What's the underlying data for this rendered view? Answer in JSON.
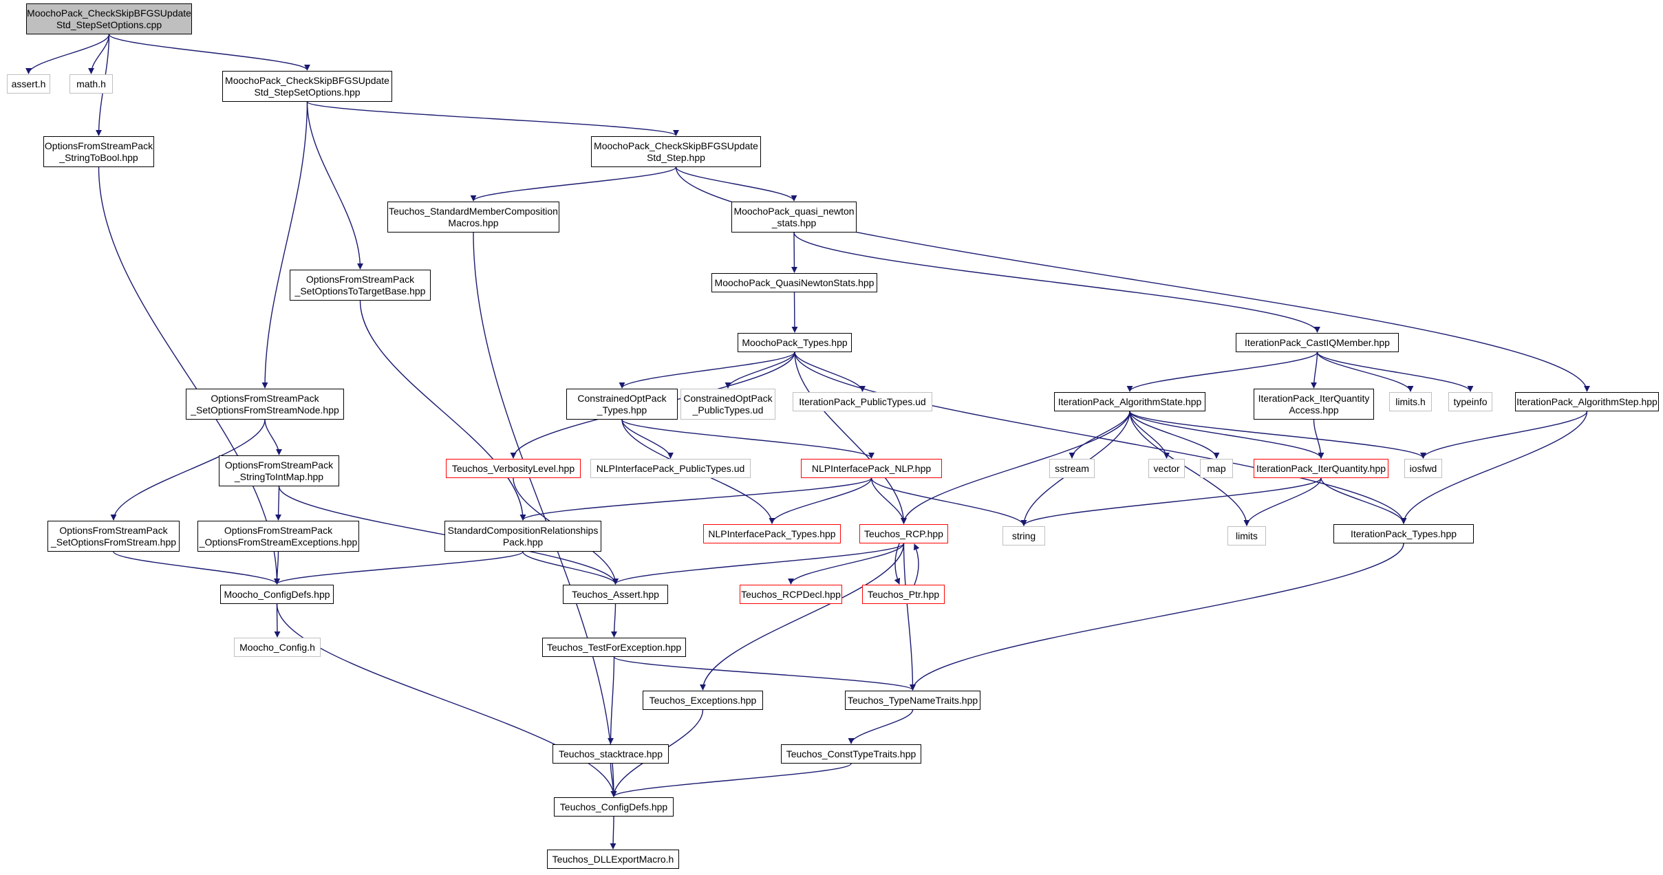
{
  "colors": {
    "edge": "#191970",
    "node_border": "#000000",
    "external_border": "#bfbfbf",
    "incomplete_border": "#ff0000",
    "root_fill": "#bfbfbf"
  },
  "nodes": [
    {
      "id": "root",
      "label": "MoochoPack_CheckSkipBFGSUpdate\nStd_StepSetOptions.cpp",
      "style": "root"
    },
    {
      "id": "asserth",
      "label": "assert.h",
      "style": "gray"
    },
    {
      "id": "mathh",
      "label": "math.h",
      "style": "gray"
    },
    {
      "id": "opthpp",
      "label": "MoochoPack_CheckSkipBFGSUpdate\nStd_StepSetOptions.hpp",
      "style": "normal"
    },
    {
      "id": "strtobool",
      "label": "OptionsFromStreamPack\n_StringToBool.hpp",
      "style": "normal"
    },
    {
      "id": "stephpp",
      "label": "MoochoPack_CheckSkipBFGSUpdate\nStd_Step.hpp",
      "style": "normal"
    },
    {
      "id": "stdmem",
      "label": "Teuchos_StandardMemberComposition\nMacros.hpp",
      "style": "normal"
    },
    {
      "id": "qnstats",
      "label": "MoochoPack_quasi_newton\n_stats.hpp",
      "style": "normal"
    },
    {
      "id": "settarget",
      "label": "OptionsFromStreamPack\n_SetOptionsToTargetBase.hpp",
      "style": "normal"
    },
    {
      "id": "qnstats2",
      "label": "MoochoPack_QuasiNewtonStats.hpp",
      "style": "normal"
    },
    {
      "id": "mtypes",
      "label": "MoochoPack_Types.hpp",
      "style": "normal"
    },
    {
      "id": "castiq",
      "label": "IterationPack_CastIQMember.hpp",
      "style": "normal"
    },
    {
      "id": "setnode",
      "label": "OptionsFromStreamPack\n_SetOptionsFromStreamNode.hpp",
      "style": "normal"
    },
    {
      "id": "copttypes",
      "label": "ConstrainedOptPack\n_Types.hpp",
      "style": "normal"
    },
    {
      "id": "coptpub",
      "label": "ConstrainedOptPack\n_PublicTypes.ud",
      "style": "gray"
    },
    {
      "id": "itpub",
      "label": "IterationPack_PublicTypes.ud",
      "style": "gray"
    },
    {
      "id": "algstate",
      "label": "IterationPack_AlgorithmState.hpp",
      "style": "normal"
    },
    {
      "id": "iqaccess",
      "label": "IterationPack_IterQuantity\nAccess.hpp",
      "style": "normal"
    },
    {
      "id": "limitsh",
      "label": "limits.h",
      "style": "gray"
    },
    {
      "id": "typeinfo",
      "label": "typeinfo",
      "style": "gray"
    },
    {
      "id": "algstep",
      "label": "IterationPack_AlgorithmStep.hpp",
      "style": "normal"
    },
    {
      "id": "strtoint",
      "label": "OptionsFromStreamPack\n_StringToIntMap.hpp",
      "style": "normal"
    },
    {
      "id": "verb",
      "label": "Teuchos_VerbosityLevel.hpp",
      "style": "red"
    },
    {
      "id": "nlppub",
      "label": "NLPInterfacePack_PublicTypes.ud",
      "style": "gray"
    },
    {
      "id": "nlp",
      "label": "NLPInterfacePack_NLP.hpp",
      "style": "red"
    },
    {
      "id": "sstream",
      "label": "sstream",
      "style": "gray"
    },
    {
      "id": "vector",
      "label": "vector",
      "style": "gray"
    },
    {
      "id": "map",
      "label": "map",
      "style": "gray"
    },
    {
      "id": "iterq",
      "label": "IterationPack_IterQuantity.hpp",
      "style": "red"
    },
    {
      "id": "iosfwd",
      "label": "iosfwd",
      "style": "gray"
    },
    {
      "id": "setstream",
      "label": "OptionsFromStreamPack\n_SetOptionsFromStream.hpp",
      "style": "normal"
    },
    {
      "id": "ofsexc",
      "label": "OptionsFromStreamPack\n_OptionsFromStreamExceptions.hpp",
      "style": "normal"
    },
    {
      "id": "scrp",
      "label": "StandardCompositionRelationships\nPack.hpp",
      "style": "normal"
    },
    {
      "id": "nlptypes",
      "label": "NLPInterfacePack_Types.hpp",
      "style": "red"
    },
    {
      "id": "rcp",
      "label": "Teuchos_RCP.hpp",
      "style": "red"
    },
    {
      "id": "string",
      "label": "string",
      "style": "gray"
    },
    {
      "id": "limits",
      "label": "limits",
      "style": "gray"
    },
    {
      "id": "ittypes",
      "label": "IterationPack_Types.hpp",
      "style": "normal"
    },
    {
      "id": "mconfdefs",
      "label": "Moocho_ConfigDefs.hpp",
      "style": "normal"
    },
    {
      "id": "tassert",
      "label": "Teuchos_Assert.hpp",
      "style": "normal"
    },
    {
      "id": "rcpdecl",
      "label": "Teuchos_RCPDecl.hpp",
      "style": "red"
    },
    {
      "id": "ptr",
      "label": "Teuchos_Ptr.hpp",
      "style": "red"
    },
    {
      "id": "mconfigh",
      "label": "Moocho_Config.h",
      "style": "gray"
    },
    {
      "id": "testfor",
      "label": "Teuchos_TestForException.hpp",
      "style": "normal"
    },
    {
      "id": "texc",
      "label": "Teuchos_Exceptions.hpp",
      "style": "normal"
    },
    {
      "id": "tname",
      "label": "Teuchos_TypeNameTraits.hpp",
      "style": "normal"
    },
    {
      "id": "stack",
      "label": "Teuchos_stacktrace.hpp",
      "style": "normal"
    },
    {
      "id": "consttt",
      "label": "Teuchos_ConstTypeTraits.hpp",
      "style": "normal"
    },
    {
      "id": "tconf",
      "label": "Teuchos_ConfigDefs.hpp",
      "style": "normal"
    },
    {
      "id": "dll",
      "label": "Teuchos_DLLExportMacro.h",
      "style": "normal"
    }
  ],
  "edges": [
    [
      "root",
      "asserth"
    ],
    [
      "root",
      "mathh"
    ],
    [
      "root",
      "opthpp"
    ],
    [
      "root",
      "strtobool"
    ],
    [
      "opthpp",
      "stephpp"
    ],
    [
      "opthpp",
      "settarget"
    ],
    [
      "opthpp",
      "setnode"
    ],
    [
      "strtobool",
      "mconfdefs"
    ],
    [
      "stephpp",
      "stdmem"
    ],
    [
      "stephpp",
      "qnstats"
    ],
    [
      "stephpp",
      "algstep"
    ],
    [
      "stdmem",
      "tconf"
    ],
    [
      "qnstats",
      "qnstats2"
    ],
    [
      "qnstats",
      "castiq"
    ],
    [
      "settarget",
      "scrp"
    ],
    [
      "qnstats2",
      "mtypes"
    ],
    [
      "mtypes",
      "copttypes"
    ],
    [
      "mtypes",
      "coptpub"
    ],
    [
      "mtypes",
      "itpub"
    ],
    [
      "mtypes",
      "verb"
    ],
    [
      "mtypes",
      "rcp"
    ],
    [
      "mtypes",
      "ittypes"
    ],
    [
      "castiq",
      "algstate"
    ],
    [
      "castiq",
      "iqaccess"
    ],
    [
      "castiq",
      "limitsh"
    ],
    [
      "castiq",
      "typeinfo"
    ],
    [
      "setnode",
      "strtoint"
    ],
    [
      "setnode",
      "setstream"
    ],
    [
      "copttypes",
      "nlppub"
    ],
    [
      "copttypes",
      "nlp"
    ],
    [
      "copttypes",
      "nlptypes"
    ],
    [
      "algstate",
      "sstream"
    ],
    [
      "algstate",
      "vector"
    ],
    [
      "algstate",
      "map"
    ],
    [
      "algstate",
      "iterq"
    ],
    [
      "algstate",
      "iosfwd"
    ],
    [
      "algstate",
      "rcp"
    ],
    [
      "algstate",
      "string"
    ],
    [
      "algstate",
      "limits"
    ],
    [
      "iqaccess",
      "iterq"
    ],
    [
      "algstep",
      "iosfwd"
    ],
    [
      "algstep",
      "ittypes"
    ],
    [
      "strtoint",
      "ofsexc"
    ],
    [
      "strtoint",
      "tassert"
    ],
    [
      "verb",
      "tassert"
    ],
    [
      "nlp",
      "scrp"
    ],
    [
      "nlp",
      "nlptypes"
    ],
    [
      "nlp",
      "rcp"
    ],
    [
      "nlp",
      "string"
    ],
    [
      "iterq",
      "string"
    ],
    [
      "iterq",
      "limits"
    ],
    [
      "iterq",
      "ittypes"
    ],
    [
      "setstream",
      "mconfdefs"
    ],
    [
      "ofsexc",
      "mconfdefs"
    ],
    [
      "scrp",
      "mconfdefs"
    ],
    [
      "scrp",
      "tassert"
    ],
    [
      "rcp",
      "tassert"
    ],
    [
      "rcp",
      "rcpdecl"
    ],
    [
      "rcp",
      "ptr"
    ],
    [
      "rcp",
      "texc"
    ],
    [
      "rcp",
      "tname"
    ],
    [
      "ptr",
      "rcp"
    ],
    [
      "ittypes",
      "tname"
    ],
    [
      "mconfdefs",
      "mconfigh"
    ],
    [
      "mconfdefs",
      "tconf"
    ],
    [
      "tassert",
      "testfor"
    ],
    [
      "testfor",
      "stack"
    ],
    [
      "testfor",
      "tname"
    ],
    [
      "texc",
      "tconf"
    ],
    [
      "tname",
      "consttt"
    ],
    [
      "stack",
      "tconf"
    ],
    [
      "consttt",
      "tconf"
    ],
    [
      "tconf",
      "dll"
    ]
  ]
}
